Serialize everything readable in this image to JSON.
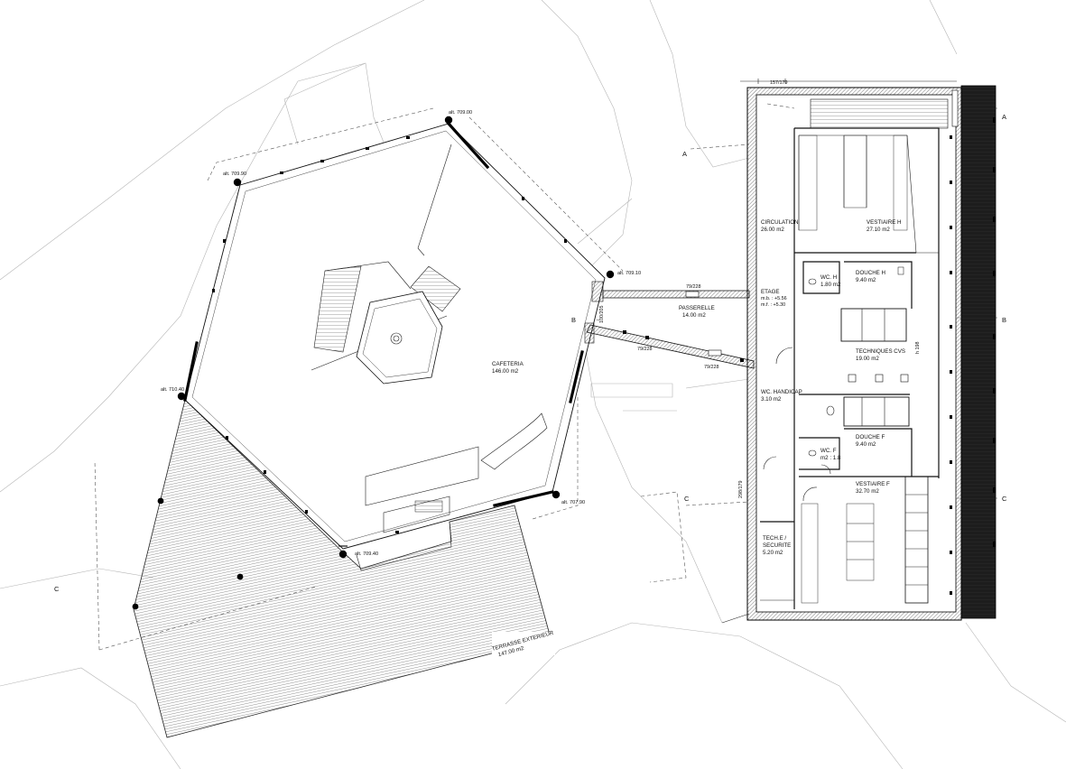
{
  "plan": {
    "rooms": {
      "cafeteria": {
        "name": "CAFETERIA",
        "area": "146.00 m2"
      },
      "terrasse": {
        "name": "TERRASSE EXTERIEUR",
        "area": "147.00 m2"
      },
      "passerelle": {
        "name": "PASSERELLE",
        "area": "14.00 m2"
      },
      "circulation": {
        "name": "CIRCULATION",
        "area": "26.00 m2"
      },
      "vestiaire_h": {
        "name": "VESTIAIRE H",
        "area": "27.10 m2"
      },
      "wc_h": {
        "name": "WC. H",
        "area": "1.80 m2"
      },
      "douche_h": {
        "name": "DOUCHE H",
        "area": "9.40 m2"
      },
      "techniques": {
        "name": "TECHNIQUES CVS",
        "area": "19.00 m2"
      },
      "wc_handicap": {
        "name": "WC. HANDICAP",
        "area": "3.10 m2"
      },
      "douche_f": {
        "name": "DOUCHE F",
        "area": "9.40 m2"
      },
      "wc_f": {
        "name": "WC. F",
        "area": "m2 : 1.8"
      },
      "vestiaire_f": {
        "name": "VESTIAIRE F",
        "area": "32.70 m2"
      },
      "tech_securite": {
        "line1": "TECH.E /",
        "line2": "SECURITE",
        "area": "5.20 m2"
      }
    },
    "etage": {
      "title": "ETAGE",
      "mb": "m.b. : +5.56",
      "mf": "m.f. : +5.30"
    },
    "altitudes": {
      "a1": "alt. 709.00",
      "a2": "alt. 709.90",
      "a3": "alt. 709.10",
      "a4": "alt. 710.40",
      "a5": "alt. 707.90",
      "a6": "alt. 709.40"
    },
    "dimensions": {
      "d1": "157/179",
      "d2": "79/228",
      "d3": "79/228",
      "d4": "79/228",
      "d5": "100/205",
      "d6": "298/179",
      "d7": "h 198"
    },
    "section_markers": {
      "a": "A",
      "b": "B",
      "c": "C"
    }
  }
}
